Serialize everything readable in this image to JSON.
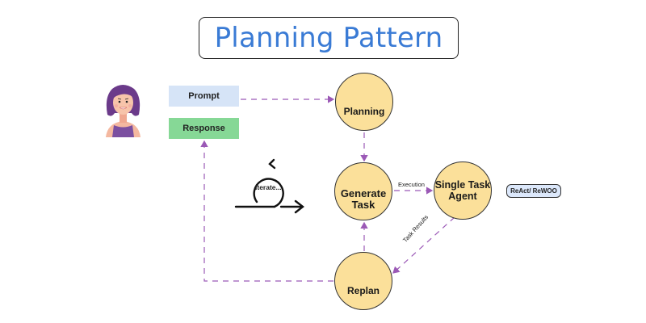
{
  "title": "Planning Pattern",
  "user": {
    "avatar": "woman-avatar-icon"
  },
  "inputs": {
    "prompt_label": "Prompt",
    "response_label": "Response"
  },
  "nodes": {
    "planning": {
      "label": "Planning",
      "icon": "flow-path-icon"
    },
    "generate_task": {
      "label_line1": "Generate",
      "label_line2": "Task",
      "icon": "clipboard-list-icon"
    },
    "single_task_agent": {
      "label_line1": "Single Task",
      "label_line2": "Agent"
    },
    "replan": {
      "label": "Replan",
      "icon": "document-clock-icon"
    }
  },
  "edges": {
    "execution_label": "Execution",
    "task_results_label": "Task Results"
  },
  "iterate_label": "Iterate...",
  "badge_label": "ReAct/ ReWOO",
  "colors": {
    "title": "#3a7bd5",
    "node_fill": "#fbe09a",
    "edge": "#9b59b6",
    "prompt_fill": "#d6e4f7",
    "response_fill": "#86d896",
    "badge_fill": "#dce8fb",
    "replan_icon": "#e8552b"
  }
}
